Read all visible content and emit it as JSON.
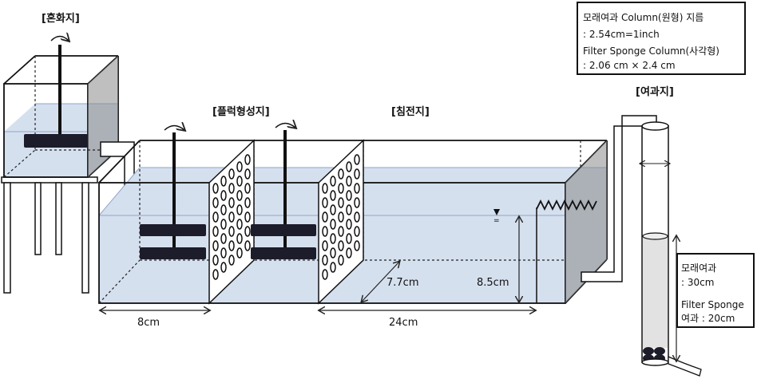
{
  "labels": {
    "mixing_tank": "[혼화지]",
    "flocculation_tank": "[플럭형성지]",
    "sedimentation_tank": "[침전지]",
    "filter_tank": "[여과지]"
  },
  "dimensions": {
    "width_8": "8cm",
    "width_24": "24cm",
    "depth": "7.7cm",
    "height": "8.5cm"
  },
  "top_note": {
    "line1": "모래여과 Column(원형) 지름",
    "line2": ": 2.54cm=1inch",
    "line3": "Filter Sponge Column(사각형)",
    "line4": ": 2.06 cm × 2.4 cm"
  },
  "side_note": {
    "line1": "모래여과",
    "line2": ": 30cm",
    "line3": "Filter Sponge",
    "line4": "여과 : 20cm"
  },
  "water_level_mark": "="
}
